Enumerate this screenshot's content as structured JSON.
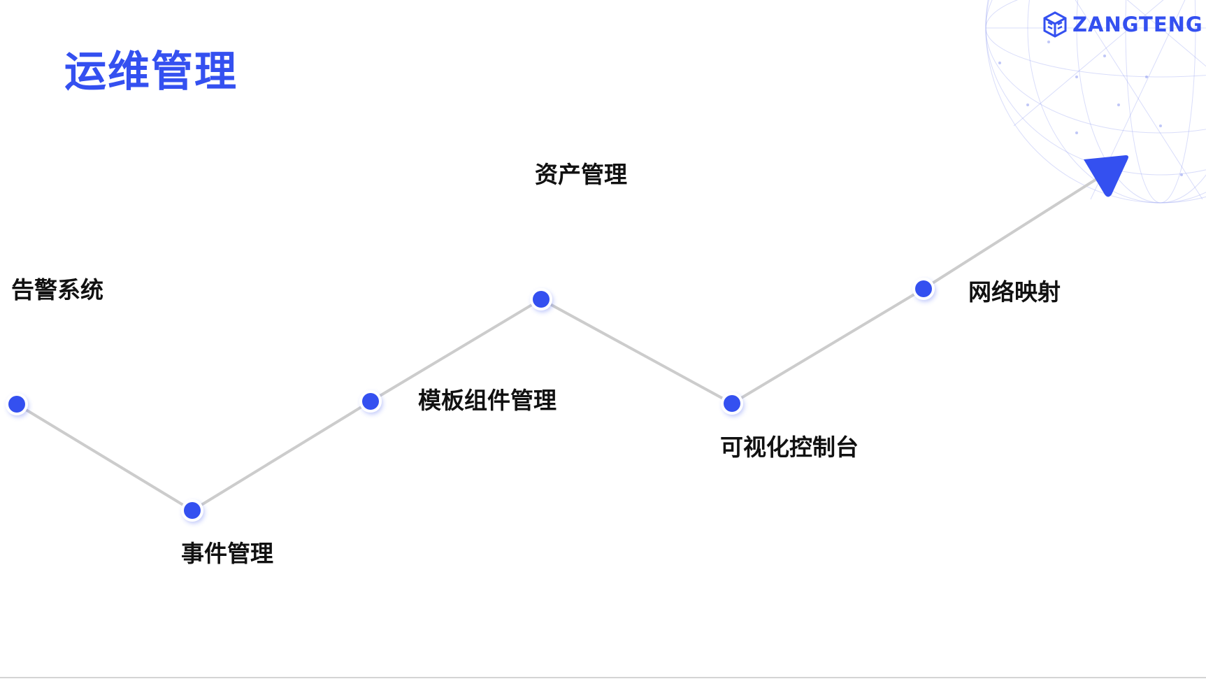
{
  "slide": {
    "title": "运维管理"
  },
  "brand": {
    "name": "ZANGTENG",
    "logo_icon": "cube-logo-icon",
    "color": "#3450f0"
  },
  "timeline": {
    "line_color": "#cccccc",
    "node_color": "#3450f0",
    "arrow_icon": "arrow-head-icon",
    "nodes": [
      {
        "label": "告警系统"
      },
      {
        "label": "事件管理"
      },
      {
        "label": "模板组件管理"
      },
      {
        "label": "资产管理"
      },
      {
        "label": "可视化控制台"
      },
      {
        "label": "网络映射"
      }
    ]
  }
}
